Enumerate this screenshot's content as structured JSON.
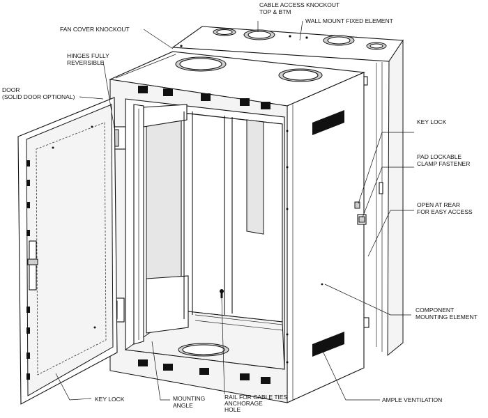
{
  "callouts": {
    "cable_access": [
      "CABLE ACCESS KNOCKOUT",
      "TOP & BTM"
    ],
    "wall_mount": [
      "WALL MOUNT FIXED ELEMENT"
    ],
    "fan_cover": [
      "FAN COVER KNOCKOUT"
    ],
    "hinges": [
      "HINGES FULLY",
      "REVERSIBLE"
    ],
    "door": [
      "DOOR",
      "(SOLID DOOR OPTIONAL)"
    ],
    "key_lock_right": [
      "KEY LOCK"
    ],
    "pad_lockable": [
      "PAD LOCKABLE",
      "CLAMP FASTENER"
    ],
    "open_rear": [
      "OPEN AT REAR",
      "FOR EASY ACCESS"
    ],
    "component_mounting": [
      "COMPONENT",
      "MOUNTING ELEMENT"
    ],
    "key_lock_bottom": [
      "KEY LOCK"
    ],
    "mounting_angle": [
      "MOUNTING",
      "ANGLE"
    ],
    "rail_cable_ties": [
      "RAIL FOR CABLE TIES",
      "ANCHORAGE",
      "HOLE"
    ],
    "ample_ventilation": [
      "AMPLE VENTILATION"
    ]
  },
  "colors": {
    "line": "#111111",
    "panel": "#ffffff",
    "shade": "#e6e6e6"
  }
}
